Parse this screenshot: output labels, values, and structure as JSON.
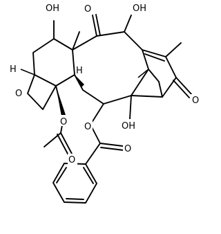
{
  "molecule": {
    "atom_labels": {
      "oh_top_left": "OH",
      "oh_top_right": "OH",
      "oh_bottom": "OH",
      "o_ketone_top": "O",
      "o_ketone_right": "O",
      "o_oxetane": "O",
      "h_left": "H",
      "h_center": "H",
      "o_acetate_ester": "O",
      "o_acetate_carbonyl": "O",
      "o_benzoate_ester": "O",
      "o_benzoate_carbonyl": "O"
    }
  }
}
